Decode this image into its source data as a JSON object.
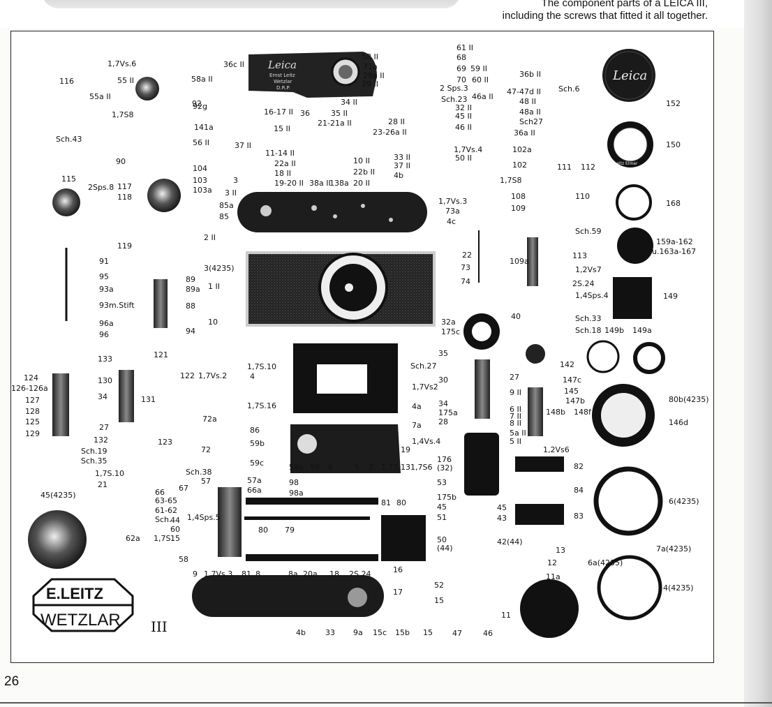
{
  "caption": {
    "line1": "The component parts of a LEICA III,",
    "line2": "including the screws that fitted it all together."
  },
  "page_number": "26",
  "plate": {
    "roman_numeral": "III",
    "logo": {
      "top": "E.LEITZ",
      "bottom": "WETZLAR"
    },
    "engraving_top": "Leica",
    "engraving_sub": [
      "Ernst Leitz",
      "Wetzlar",
      "D.R.P."
    ],
    "cap_text": "Leica",
    "lens_ring_text": "Leitz Elmar",
    "labels": {
      "l1": "1,7Vs.6",
      "l2": "55a II",
      "l3": "55 II",
      "l4": "116",
      "l5": "1,7S8",
      "l6": "92",
      "l7": "Sch.43",
      "l8": "90",
      "l9": "115",
      "l10": "2Sps.8",
      "l11": "117",
      "l12": "118",
      "l13": "58a II",
      "l14": "36c II",
      "l15": "92g",
      "l16": "141a",
      "l17": "56 II",
      "l18": "37 II",
      "l19": "104",
      "l20": "103",
      "l21": "103a",
      "l22": "58 II",
      "l23": "71a",
      "l24": "29a II",
      "l25": "29 II",
      "l26": "34 II",
      "l27": "2 Sps.3",
      "l28": "16-17 II",
      "l29": "36",
      "l30": "35 II",
      "l31": "21-21a II",
      "l32": "23-26a II",
      "l33": "28 II",
      "l34": "15 II",
      "l35": "11-14 II",
      "l36": "22a II",
      "l37": "18 II",
      "l38": "19-20 II",
      "l39": "38a II",
      "l40": "138a",
      "l41": "20 II",
      "l42": "22b II",
      "l43": "10 II",
      "l44": "33 II",
      "l45": "37 II",
      "l46": "4b",
      "l47": "61 II",
      "l48": "68",
      "l49": "69",
      "l50": "70",
      "l51": "59 II",
      "l52": "60 II",
      "l53": "36b II",
      "l54": "Sch.23",
      "l55": "32 II",
      "l56": "45 II",
      "l57": "46 II",
      "l58": "46a II",
      "l59": "47-47d II",
      "l60": "48 II",
      "l61": "48a II",
      "l62": "Sch27",
      "l63": "36a II",
      "l64": "Sch.6",
      "l65": "152",
      "l66": "150",
      "l67": "1,7Vs.4",
      "l68": "50 II",
      "l69": "102a",
      "l70": "102",
      "l71": "111",
      "l72": "112",
      "l73": "3",
      "l74": "3 II",
      "l75": "85a",
      "l76": "85",
      "l77": "1,7Vs.3",
      "l78": "73a",
      "l79": "4c",
      "l80": "1,7S8",
      "l81": "108",
      "l82": "109",
      "l83": "110",
      "l84": "168",
      "l85": "2 II",
      "l86": "3(4235)",
      "l87": "119",
      "l88": "91",
      "l89": "95",
      "l90": "93a",
      "l91": "93m.Stift",
      "l92": "96a",
      "l93": "96",
      "l94": "89",
      "l95": "89a",
      "l96": "88",
      "l97": "94",
      "l98": "1 II",
      "l99": "10",
      "l100": "22",
      "l101": "73",
      "l102": "74",
      "l103": "Sch.59",
      "l104": "109a",
      "l105": "113",
      "l106": "1,2Vs7",
      "l107": "2S.24",
      "l108": "1,4Sps.4",
      "l109": "Sch.33",
      "l110": "159a-162",
      "l111": "u.163a-167",
      "l112": "149",
      "l113": "32a",
      "l114": "175c",
      "l115": "40",
      "l116": "Sch.18",
      "l117": "149b",
      "l118": "149a",
      "l119": "133",
      "l120": "130",
      "l121": "34",
      "l122": "131",
      "l123": "121",
      "l124": "122",
      "l125": "1,7Vs.2",
      "l126": "124",
      "l127": "126-126a",
      "l128": "127",
      "l129": "128",
      "l130": "125",
      "l131": "129",
      "l132": "27",
      "l133": "132",
      "l134": "123",
      "l135": "1,7S.10",
      "l136": "4",
      "l137": "1,7S.16",
      "l138": "72a",
      "l139": "86",
      "l140": "59b",
      "l141": "72",
      "l142": "35",
      "l143": "Sch.27",
      "l144": "27",
      "l145": "30",
      "l146": "1,7Vs2",
      "l147": "4a",
      "l148": "7a",
      "l149": "1,4Vs.4",
      "l150": "34",
      "l151": "175a",
      "l152": "28",
      "l153": "142",
      "l154": "9 II",
      "l155": "6 II",
      "l156": "7 II",
      "l157": "8 II",
      "l158": "5a II",
      "l159": "5 II",
      "l160": "148b",
      "l161": "148f",
      "l162": "147c",
      "l163": "145",
      "l164": "147b",
      "l165": "80b(4235)",
      "l166": "146d",
      "l167": "1,2Vs6",
      "l168": "19",
      "l169": "59a",
      "l170": "59",
      "l171": "6",
      "l172": "5",
      "l173": "7",
      "l174": "1,7S.13",
      "l175": "Sch.19",
      "l176": "Sch.35",
      "l177": "1,7S.10",
      "l178": "21",
      "l179": "45(4235)",
      "l180": "Sch.38",
      "l181": "57",
      "l182": "57a",
      "l183": "59c",
      "l184": "66a",
      "l185": "67",
      "l186": "66",
      "l187": "63-65",
      "l188": "61-62",
      "l189": "Sch.",
      "l190": "44",
      "l191": "60",
      "l192": "1,7S.",
      "l193": "15",
      "l194": "58",
      "l195": "1,4Sps.5",
      "l196": "80",
      "l197": "79",
      "l198": "98",
      "l199": "98a",
      "l200": "1,7S6",
      "l201": "53",
      "l202": "176",
      "l203": "(32)",
      "l204": "175b",
      "l205": "82",
      "l206": "81",
      "l207": "80",
      "l208": "45",
      "l209": "51",
      "l210": "50",
      "l211": "(44)",
      "l212": "45",
      "l213": "43",
      "l214": "42(44)",
      "l215": "84",
      "l216": "6(4235)",
      "l217": "83",
      "l218": "62a",
      "l219": "13",
      "l220": "6a(4235)",
      "l221": "7a(4235)",
      "l222": "12",
      "l223": "9",
      "l224": "1,7Vs.3",
      "l225": "81",
      "l226": "8",
      "l227": "8a",
      "l228": "20a",
      "l229": "18",
      "l230": "2S,24",
      "l231": "16",
      "l232": "17",
      "l233": "52",
      "l234": "15",
      "l235": "11a",
      "l236": "4(4235)",
      "l237": "4b",
      "l238": "33",
      "l239": "9a",
      "l240": "15c",
      "l241": "15b",
      "l242": "15",
      "l243": "47",
      "l244": "46",
      "l245": "11"
    }
  }
}
